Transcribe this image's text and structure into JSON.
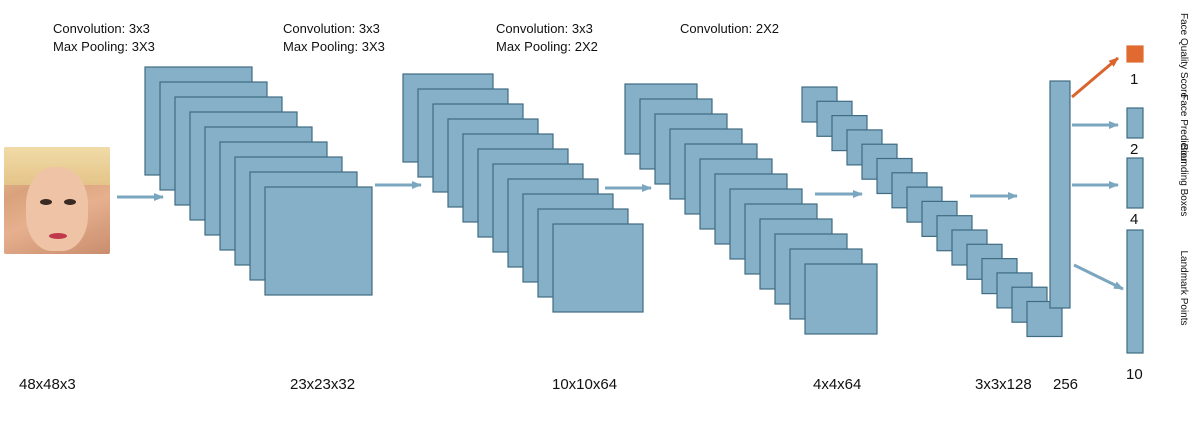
{
  "labels": {
    "stage1": [
      "Convolution: 3x3",
      "Max Pooling: 3X3"
    ],
    "stage2": [
      "Convolution: 3x3",
      "Max Pooling: 3X3"
    ],
    "stage3": [
      "Convolution: 3x3",
      "Max Pooling: 2X2"
    ],
    "stage4": [
      "Convolution: 2X2"
    ]
  },
  "dimensions": {
    "input": "48x48x3",
    "l1": "23x23x32",
    "l2": "10x10x64",
    "l3": "4x4x64",
    "l4": "3x3x128",
    "fc": "256"
  },
  "outputs": [
    {
      "label": "Face Quality Score",
      "count": "1"
    },
    {
      "label": "Face Prediction",
      "count": "2"
    },
    {
      "label": "Bounding Boxes",
      "count": "4"
    },
    {
      "label": "Landmark Points",
      "count": "10"
    }
  ],
  "colors": {
    "block_fill": "#85b0c7",
    "block_stroke": "#3f6b83",
    "arrow": "#7aa6c0",
    "quality_fill": "#e06a30",
    "quality_arrow": "#d9652d"
  }
}
